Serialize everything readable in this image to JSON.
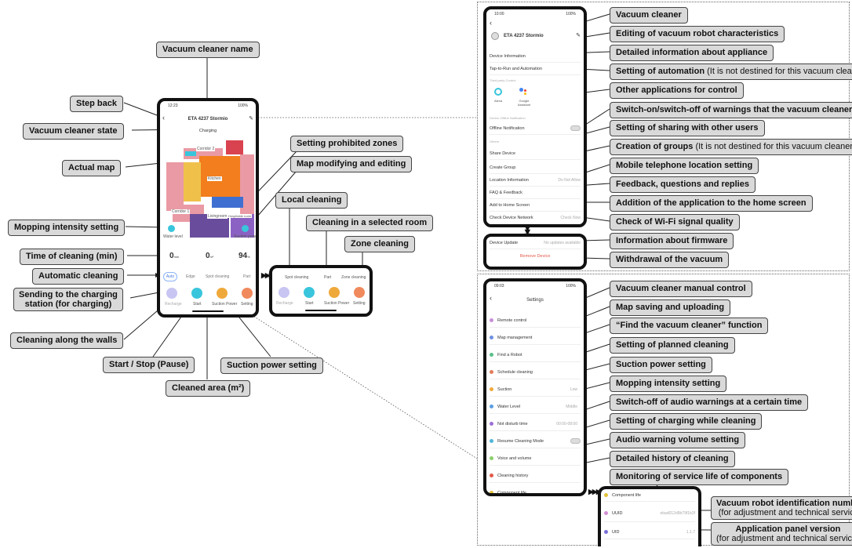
{
  "labels": {
    "vacuum_name": "Vacuum cleaner name",
    "step_back": "Step back",
    "vacuum_state": "Vacuum cleaner state",
    "actual_map": "Actual map",
    "mopping_intensity": "Mopping intensity setting",
    "cleaning_time": "Time of cleaning (min)",
    "automatic_cleaning": "Automatic cleaning",
    "sending_to_station_line1": "Sending to the charging",
    "sending_to_station_line2": "station (for charging)",
    "cleaning_walls": "Cleaning along the walls",
    "start_stop": "Start / Stop (Pause)",
    "cleaned_area": "Cleaned area (m²)",
    "suction_power": "Suction power setting",
    "prohibited_zones": "Setting prohibited zones",
    "map_modifying": "Map modifying and editing",
    "local_cleaning": "Local cleaning",
    "room_cleaning": "Cleaning in a selected room",
    "zone_cleaning": "Zone cleaning",
    "r_vacuum_cleaner": "Vacuum cleaner",
    "r_editing": "Editing of vacuum robot characteristics",
    "r_detailed_info": "Detailed information about appliance",
    "r_automation_bold": "Setting of automation",
    "r_automation_note": "(It is not destined for this vacuum cleaner)",
    "r_other_apps": "Other applications for control",
    "r_warnings": "Switch-on/switch-off of warnings that the vacuum cleaner",
    "r_sharing": "Setting of sharing with other users",
    "r_groups_bold": "Creation of groups",
    "r_groups_note": "(It is not destined for this vacuum cleaner)",
    "r_location": "Mobile telephone location setting",
    "r_feedback": "Feedback, questions and replies",
    "r_home_screen": "Addition of the application to the home screen",
    "r_wifi": "Check of Wi-Fi signal quality",
    "r_firmware": "Information about firmware",
    "r_withdrawal": "Withdrawal of the vacuum",
    "s_manual": "Vacuum cleaner manual control",
    "s_map_saving": "Map saving and uploading",
    "s_find": "“Find the vacuum cleaner” function",
    "s_planned": "Setting of planned cleaning",
    "s_suction": "Suction power setting",
    "s_mopping": "Mopping intensity setting",
    "s_audio_off": "Switch-off of audio warnings at a certain time",
    "s_charging": "Setting of charging while cleaning",
    "s_volume": "Audio warning volume setting",
    "s_history": "Detailed history of cleaning",
    "s_service": "Monitoring of service life of components",
    "s_uuid_line1": "Vacuum robot identification number",
    "s_uuid_line2": "(for adjustment and technical service)",
    "s_panel_line1": "Application panel version",
    "s_panel_line2": "(for adjustment and technical service)"
  },
  "main_phone": {
    "time": "12:23",
    "battery": "100%",
    "title": "ETA 4237 Stormio",
    "state": "Charging",
    "rooms": [
      "Corridor 2",
      "Kitchen",
      "Corridor 1",
      "Livingroom",
      "Hospitable room"
    ],
    "water_level": "Water level",
    "suction_lbl": "Suction power",
    "time_val": "0",
    "time_unit": "min",
    "area_val": "0",
    "area_unit": "m²",
    "battery_val": "94",
    "battery_unit": "%",
    "modes": [
      "Auto",
      "Edge",
      "Spot cleaning",
      "Part"
    ],
    "buttons": [
      "Recharge",
      "Start",
      "Suction Power",
      "Setting"
    ]
  },
  "mini_phone": {
    "modes": [
      "Spot cleaning",
      "Part",
      "Zone cleaning"
    ],
    "buttons": [
      "Recharge",
      "Start",
      "Suction Power",
      "Setting"
    ]
  },
  "device_phone": {
    "time": "10:00",
    "battery": "100%",
    "name": "ETA 4237 Stormio",
    "rows": [
      "Device Information",
      "Tap-to-Run and Automation"
    ],
    "third_party": "Third-party Control",
    "alexa": "Alexa",
    "google": "Google Assistant",
    "offline_section": "Device Offline Notification",
    "offline": "Offline Notification",
    "others": "Others",
    "rows2": [
      "Share Device",
      "Create Group",
      "Location Information",
      "FAQ & Feedback",
      "Add to Home Screen",
      "Check Device Network"
    ],
    "location_val": "Do Not Allow",
    "network_val": "Check Now",
    "device_update": "Device Update",
    "update_val": "No updates available",
    "remove": "Remove Device"
  },
  "settings_phone": {
    "time": "09:03",
    "battery": "100%",
    "title": "Settings",
    "rows": [
      "Remote control",
      "Map management",
      "Find a Robot",
      "Schedule cleaning",
      "Suction",
      "Water Level",
      "Not disturb time",
      "Resume Cleaning Mode",
      "Voice and volume",
      "Cleaning history",
      "Component life"
    ],
    "suction_val": "Low",
    "water_val": "Middle",
    "ndt_val": "00:00-08:00"
  },
  "info_phone": {
    "rows": [
      "Component life",
      "UUID",
      "UID"
    ],
    "uuid_val": "ebad012d9b79f1b2f",
    "uid_val": "1.1.7"
  },
  "colors": {
    "label_bg": "#d9d9d9",
    "orange": "#f27e1d",
    "purple": "#6a4c9c",
    "pink": "#ea9aa4",
    "blue": "#3f6fd1",
    "teal": "#39c5dc",
    "remove_red": "#e2594a"
  }
}
